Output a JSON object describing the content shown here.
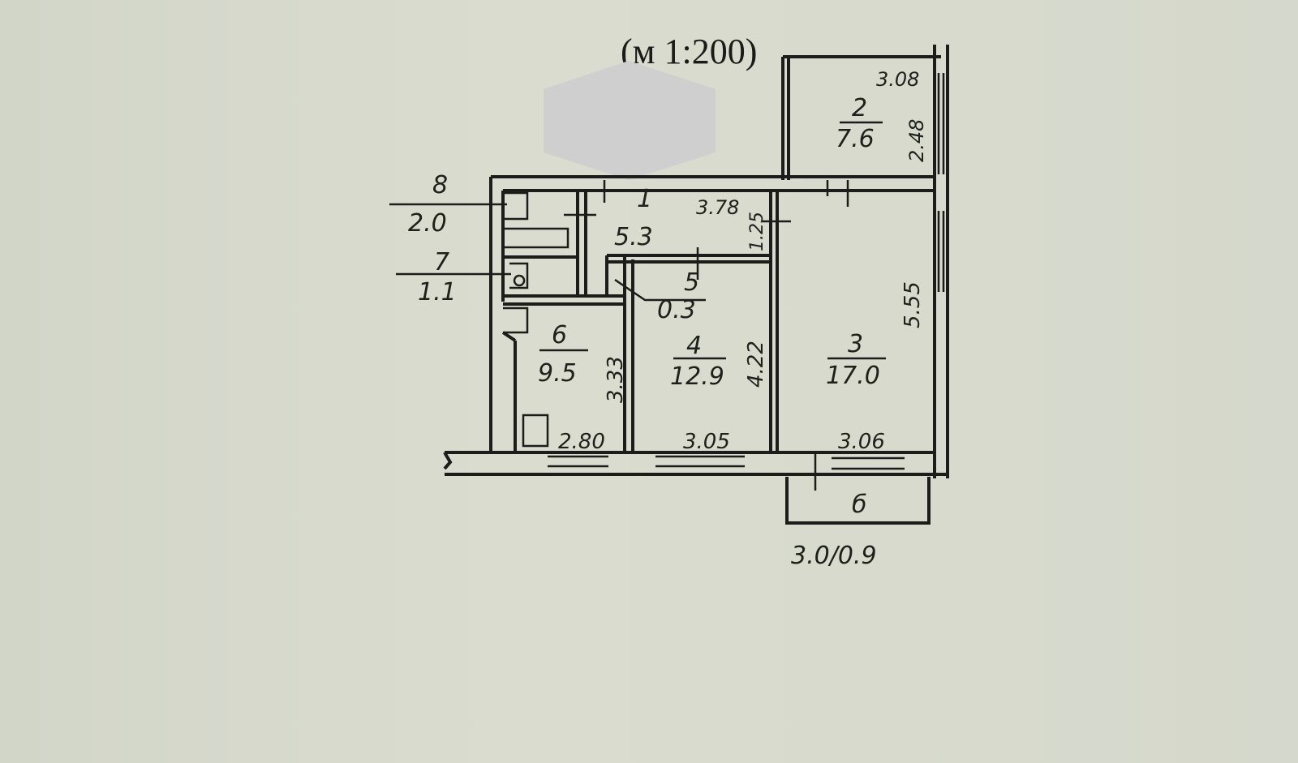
{
  "document": {
    "scale_label": "(м 1:200)"
  },
  "rooms": [
    {
      "number": "1",
      "area": "5.3"
    },
    {
      "number": "2",
      "area": "7.6"
    },
    {
      "number": "3",
      "area": "17.0"
    },
    {
      "number": "4",
      "area": "12.9"
    },
    {
      "number": "5",
      "area": "0.3"
    },
    {
      "number": "6",
      "area": "9.5"
    },
    {
      "number": "7",
      "area": "1.1"
    },
    {
      "number": "8",
      "area": "2.0"
    }
  ],
  "balcony": {
    "label": "б",
    "dimensions": "3.0/0.9"
  },
  "dimensions": {
    "room1_length": "3.78",
    "room1_width": "1.25",
    "room2_length": "3.08",
    "room2_width": "2.48",
    "room3_length": "5.55",
    "room3_width": "3.06",
    "room4_length": "4.22",
    "room4_width": "3.05",
    "room6_length": "3.33",
    "room6_width": "2.80"
  },
  "colors": {
    "paper": "#d6d9cd",
    "ink": "#1c1d1a",
    "redaction": "#cfcfcf"
  }
}
